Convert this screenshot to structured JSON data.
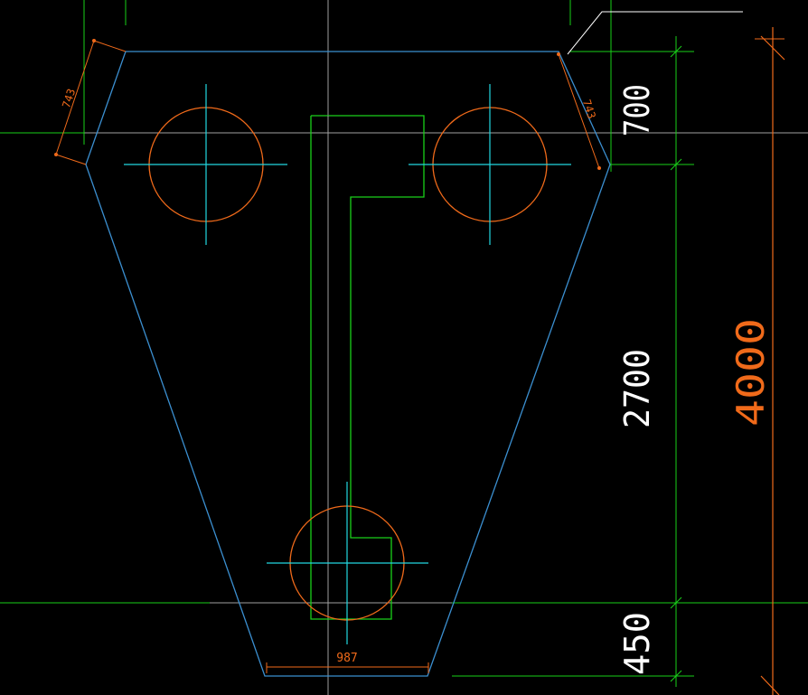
{
  "drawing": {
    "background": "#000000",
    "colors": {
      "outline": "#3b8fd0",
      "green": "#19d019",
      "cyan": "#22d7e0",
      "orange": "#f06a1a",
      "white": "#ffffff",
      "gray": "#a0a0a0"
    },
    "dimensions": {
      "top_left_edge": "743",
      "top_right_edge": "743",
      "bottom_width": "987",
      "top_segment": "700",
      "middle_segment": "2700",
      "bottom_segment": "450",
      "overall_height": "4000"
    }
  }
}
